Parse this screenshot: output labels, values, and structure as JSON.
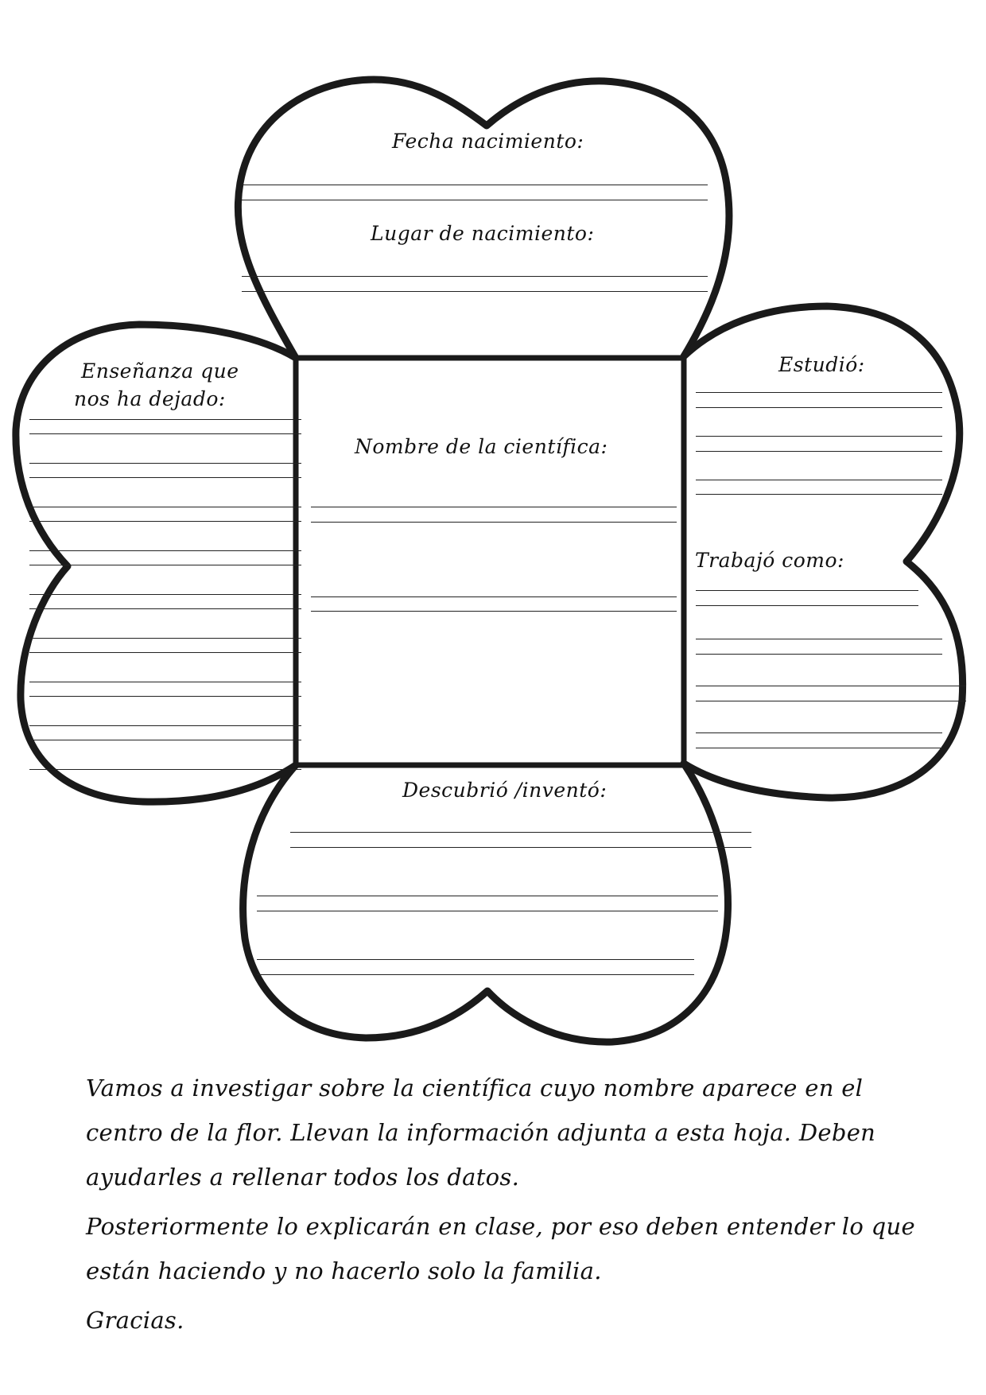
{
  "worksheet": {
    "petals": {
      "top": {
        "label_1": "Fecha nacimiento:",
        "label_2": "Lugar de nacimiento:"
      },
      "left": {
        "label_line1": "Enseñanza que",
        "label_line2": "nos ha dejado:"
      },
      "right": {
        "label_1": "Estudió:",
        "label_2": "Trabajó como:"
      },
      "bottom": {
        "label": "Descubrió /inventó:"
      }
    },
    "center": {
      "label": "Nombre de la científica:"
    },
    "colors": {
      "ink": "#111111",
      "paper": "#ffffff"
    }
  },
  "note": {
    "paragraph_1": "Vamos a investigar sobre la científica cuyo nombre aparece en el centro de la flor. Llevan la información adjunta a esta hoja. Deben ayudarles a rellenar todos los datos.",
    "paragraph_2": "Posteriormente lo explicarán en clase, por eso deben entender lo que están haciendo y no hacerlo solo la familia.",
    "closing": "Gracias."
  }
}
